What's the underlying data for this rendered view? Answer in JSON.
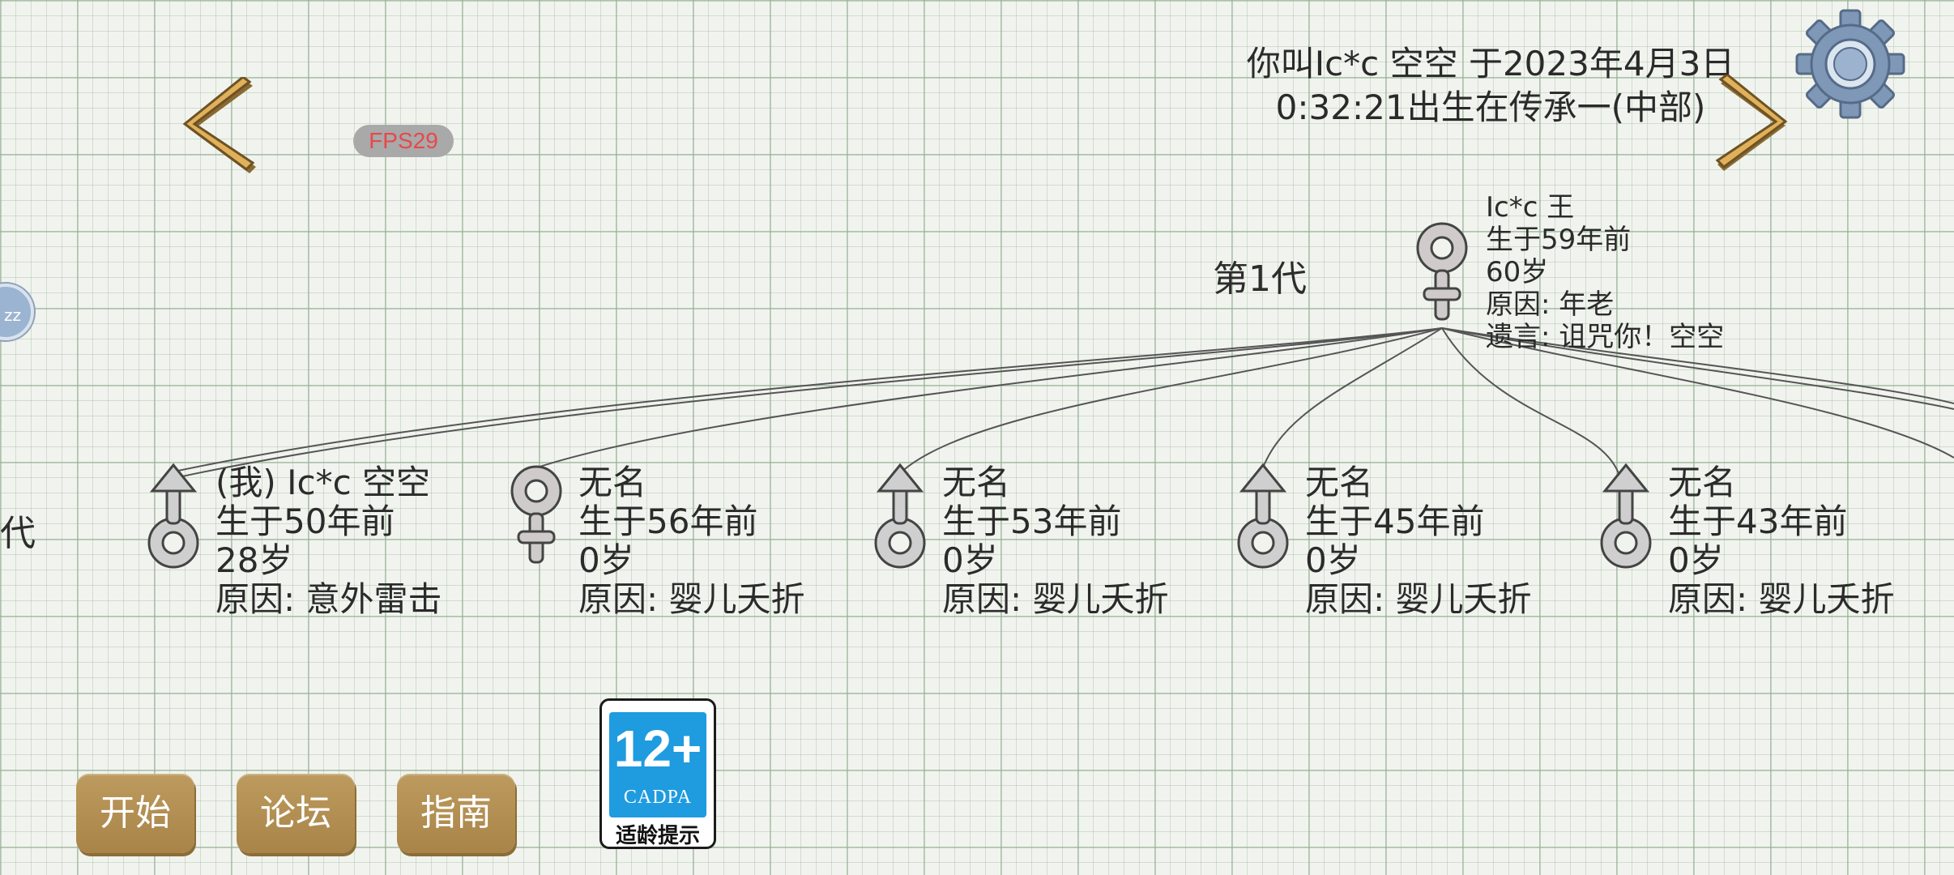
{
  "header": {
    "birth_line1": "你叫Ic*c 空空 于2023年4月3日",
    "birth_line2": "0:32:21出生在传承一(中部)",
    "fps": "FPS29"
  },
  "icons": {
    "prev": "chevron-left-icon",
    "next": "chevron-right-icon",
    "settings": "gear-icon",
    "sleep": "sleep-icon"
  },
  "sleep_badge": "zz",
  "generations": {
    "gen1_label": "第1代",
    "gen2_label_partial": "代"
  },
  "ancestor": {
    "gender": "female",
    "name": "Ic*c 王",
    "born": "生于59年前",
    "age": "60岁",
    "cause": "原因:  年老",
    "will": "遗言:  诅咒你！空空"
  },
  "children": [
    {
      "gender": "male",
      "name": "(我) Ic*c 空空",
      "born": "生于50年前",
      "age": "28岁",
      "cause": "原因:  意外雷击"
    },
    {
      "gender": "female",
      "name": "无名",
      "born": "生于56年前",
      "age": "0岁",
      "cause": "原因:  婴儿夭折"
    },
    {
      "gender": "male",
      "name": "无名",
      "born": "生于53年前",
      "age": "0岁",
      "cause": "原因:  婴儿夭折"
    },
    {
      "gender": "male",
      "name": "无名",
      "born": "生于45年前",
      "age": "0岁",
      "cause": "原因:  婴儿夭折"
    },
    {
      "gender": "male",
      "name": "无名",
      "born": "生于43年前",
      "age": "0岁",
      "cause": "原因:  婴儿夭折"
    }
  ],
  "bottom_menu": {
    "start": "开始",
    "forum": "论坛",
    "guide": "指南"
  },
  "age_rating": {
    "number": "12+",
    "org": "CADPA",
    "tip": "适龄提示"
  },
  "colors": {
    "button": "#b08e52",
    "arrow": "#e0b15a",
    "fps_text": "#e8484a",
    "rating_blue": "#1f9be0"
  }
}
